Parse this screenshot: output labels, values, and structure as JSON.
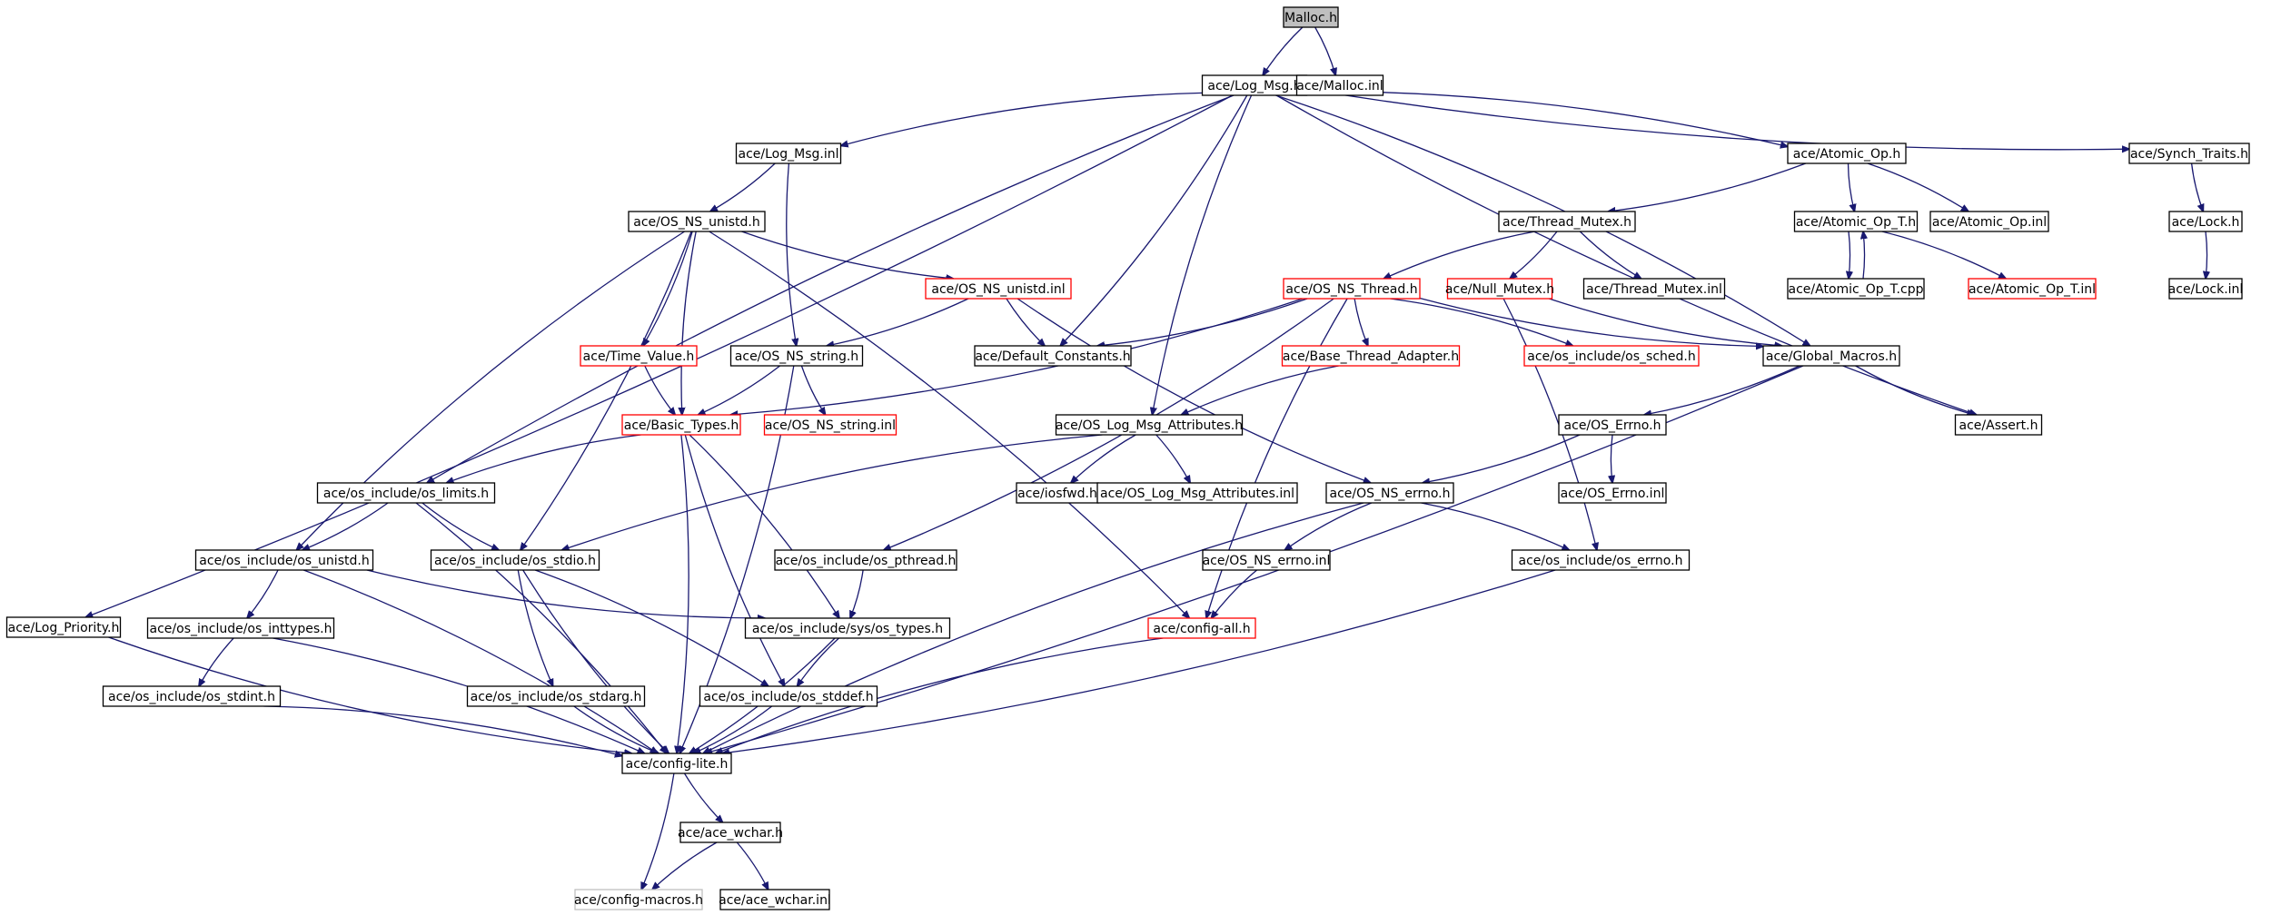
{
  "diagram": {
    "colors": {
      "edge": "#191970",
      "normal_border": "#000000",
      "red_border": "#ff0000",
      "grey_border": "#bfbfbf",
      "root_fill": "#bfbfbf"
    },
    "nodes": [
      {
        "id": "malloc_h",
        "label": "Malloc.h",
        "style": "root"
      },
      {
        "id": "log_msg_h",
        "label": "ace/Log_Msg.h",
        "style": "normal"
      },
      {
        "id": "malloc_inl",
        "label": "ace/Malloc.inl",
        "style": "normal"
      },
      {
        "id": "log_priority_h",
        "label": "ace/Log_Priority.h",
        "style": "normal"
      },
      {
        "id": "log_msg_inl",
        "label": "ace/Log_Msg.inl",
        "style": "normal"
      },
      {
        "id": "atomic_op_h",
        "label": "ace/Atomic_Op.h",
        "style": "normal"
      },
      {
        "id": "synch_traits_h",
        "label": "ace/Synch_Traits.h",
        "style": "normal"
      },
      {
        "id": "os_ns_unistd_h",
        "label": "ace/OS_NS_unistd.h",
        "style": "normal"
      },
      {
        "id": "thread_mutex_h",
        "label": "ace/Thread_Mutex.h",
        "style": "normal"
      },
      {
        "id": "atomic_op_t_h",
        "label": "ace/Atomic_Op_T.h",
        "style": "normal"
      },
      {
        "id": "atomic_op_inl",
        "label": "ace/Atomic_Op.inl",
        "style": "normal"
      },
      {
        "id": "lock_h",
        "label": "ace/Lock.h",
        "style": "normal"
      },
      {
        "id": "os_ns_unistd_inl",
        "label": "ace/OS_NS_unistd.inl",
        "style": "red"
      },
      {
        "id": "os_ns_thread_h",
        "label": "ace/OS_NS_Thread.h",
        "style": "red"
      },
      {
        "id": "null_mutex_h",
        "label": "ace/Null_Mutex.h",
        "style": "red"
      },
      {
        "id": "thread_mutex_inl",
        "label": "ace/Thread_Mutex.inl",
        "style": "normal"
      },
      {
        "id": "atomic_op_t_cpp",
        "label": "ace/Atomic_Op_T.cpp",
        "style": "normal"
      },
      {
        "id": "atomic_op_t_inl",
        "label": "ace/Atomic_Op_T.inl",
        "style": "red"
      },
      {
        "id": "lock_inl",
        "label": "ace/Lock.inl",
        "style": "normal"
      },
      {
        "id": "time_value_h",
        "label": "ace/Time_Value.h",
        "style": "red"
      },
      {
        "id": "os_ns_string_h",
        "label": "ace/OS_NS_string.h",
        "style": "normal"
      },
      {
        "id": "default_constants_h",
        "label": "ace/Default_Constants.h",
        "style": "normal"
      },
      {
        "id": "base_thread_adapter_h",
        "label": "ace/Base_Thread_Adapter.h",
        "style": "red"
      },
      {
        "id": "os_sched_h",
        "label": "ace/os_include/os_sched.h",
        "style": "red"
      },
      {
        "id": "global_macros_h",
        "label": "ace/Global_Macros.h",
        "style": "normal"
      },
      {
        "id": "basic_types_h",
        "label": "ace/Basic_Types.h",
        "style": "red"
      },
      {
        "id": "os_ns_string_inl",
        "label": "ace/OS_NS_string.inl",
        "style": "red"
      },
      {
        "id": "os_log_msg_attributes_h",
        "label": "ace/OS_Log_Msg_Attributes.h",
        "style": "normal"
      },
      {
        "id": "os_errno_h",
        "label": "ace/OS_Errno.h",
        "style": "normal"
      },
      {
        "id": "assert_h",
        "label": "ace/Assert.h",
        "style": "normal"
      },
      {
        "id": "os_limits_h",
        "label": "ace/os_include/os_limits.h",
        "style": "normal"
      },
      {
        "id": "iosfwd_h",
        "label": "ace/iosfwd.h",
        "style": "normal"
      },
      {
        "id": "os_log_msg_attributes_inl",
        "label": "ace/OS_Log_Msg_Attributes.inl",
        "style": "normal"
      },
      {
        "id": "os_ns_errno_h",
        "label": "ace/OS_NS_errno.h",
        "style": "normal"
      },
      {
        "id": "os_errno_inl",
        "label": "ace/OS_Errno.inl",
        "style": "normal"
      },
      {
        "id": "os_unistd_h",
        "label": "ace/os_include/os_unistd.h",
        "style": "normal"
      },
      {
        "id": "os_stdio_h",
        "label": "ace/os_include/os_stdio.h",
        "style": "normal"
      },
      {
        "id": "os_pthread_h",
        "label": "ace/os_include/os_pthread.h",
        "style": "normal"
      },
      {
        "id": "os_ns_errno_inl",
        "label": "ace/OS_NS_errno.inl",
        "style": "normal"
      },
      {
        "id": "os_inc_errno_h",
        "label": "ace/os_include/os_errno.h",
        "style": "normal"
      },
      {
        "id": "os_inttypes_h",
        "label": "ace/os_include/os_inttypes.h",
        "style": "normal"
      },
      {
        "id": "sys_os_types_h",
        "label": "ace/os_include/sys/os_types.h",
        "style": "normal"
      },
      {
        "id": "config_all_h",
        "label": "ace/config-all.h",
        "style": "red"
      },
      {
        "id": "os_stdint_h",
        "label": "ace/os_include/os_stdint.h",
        "style": "normal"
      },
      {
        "id": "os_stdarg_h",
        "label": "ace/os_include/os_stdarg.h",
        "style": "normal"
      },
      {
        "id": "os_stddef_h",
        "label": "ace/os_include/os_stddef.h",
        "style": "normal"
      },
      {
        "id": "config_lite_h",
        "label": "ace/config-lite.h",
        "style": "normal"
      },
      {
        "id": "ace_wchar_h",
        "label": "ace/ace_wchar.h",
        "style": "normal"
      },
      {
        "id": "config_macros_h",
        "label": "ace/config-macros.h",
        "style": "grey"
      },
      {
        "id": "ace_wchar_inl",
        "label": "ace/ace_wchar.inl",
        "style": "normal"
      }
    ],
    "edges": [
      [
        "malloc_h",
        "log_msg_h"
      ],
      [
        "malloc_h",
        "malloc_inl"
      ],
      [
        "log_msg_h",
        "log_msg_inl"
      ],
      [
        "log_msg_h",
        "atomic_op_h"
      ],
      [
        "log_msg_h",
        "synch_traits_h"
      ],
      [
        "log_msg_h",
        "log_priority_h"
      ],
      [
        "log_msg_h",
        "os_limits_h"
      ],
      [
        "log_msg_h",
        "default_constants_h"
      ],
      [
        "log_msg_h",
        "os_log_msg_attributes_h"
      ],
      [
        "log_msg_h",
        "global_macros_h"
      ],
      [
        "log_msg_h",
        "assert_h"
      ],
      [
        "log_msg_inl",
        "os_ns_unistd_h"
      ],
      [
        "log_msg_inl",
        "os_ns_string_h"
      ],
      [
        "atomic_op_h",
        "thread_mutex_h"
      ],
      [
        "atomic_op_h",
        "atomic_op_t_h"
      ],
      [
        "atomic_op_h",
        "atomic_op_inl"
      ],
      [
        "synch_traits_h",
        "lock_h"
      ],
      [
        "lock_h",
        "lock_inl"
      ],
      [
        "thread_mutex_h",
        "os_ns_thread_h"
      ],
      [
        "thread_mutex_h",
        "null_mutex_h"
      ],
      [
        "thread_mutex_h",
        "thread_mutex_inl"
      ],
      [
        "atomic_op_t_h",
        "atomic_op_t_cpp"
      ],
      [
        "atomic_op_t_cpp",
        "atomic_op_t_h"
      ],
      [
        "atomic_op_t_h",
        "atomic_op_t_inl"
      ],
      [
        "os_ns_unistd_h",
        "os_ns_unistd_inl"
      ],
      [
        "os_ns_unistd_h",
        "time_value_h"
      ],
      [
        "os_ns_unistd_h",
        "basic_types_h"
      ],
      [
        "os_ns_unistd_h",
        "os_stdio_h"
      ],
      [
        "os_ns_unistd_h",
        "os_unistd_h"
      ],
      [
        "os_ns_unistd_h",
        "config_all_h"
      ],
      [
        "os_ns_unistd_inl",
        "default_constants_h"
      ],
      [
        "os_ns_unistd_inl",
        "os_ns_string_h"
      ],
      [
        "os_ns_unistd_inl",
        "os_ns_errno_h"
      ],
      [
        "os_ns_thread_h",
        "default_constants_h"
      ],
      [
        "os_ns_thread_h",
        "base_thread_adapter_h"
      ],
      [
        "os_ns_thread_h",
        "os_sched_h"
      ],
      [
        "os_ns_thread_h",
        "global_macros_h"
      ],
      [
        "os_ns_thread_h",
        "basic_types_h"
      ],
      [
        "os_ns_thread_h",
        "config_all_h"
      ],
      [
        "os_ns_thread_h",
        "os_pthread_h"
      ],
      [
        "null_mutex_h",
        "global_macros_h"
      ],
      [
        "null_mutex_h",
        "os_inc_errno_h"
      ],
      [
        "time_value_h",
        "basic_types_h"
      ],
      [
        "os_ns_string_h",
        "basic_types_h"
      ],
      [
        "os_ns_string_h",
        "os_ns_string_inl"
      ],
      [
        "os_ns_string_h",
        "config_lite_h"
      ],
      [
        "base_thread_adapter_h",
        "os_log_msg_attributes_h"
      ],
      [
        "global_macros_h",
        "os_errno_h"
      ],
      [
        "global_macros_h",
        "assert_h"
      ],
      [
        "global_macros_h",
        "config_lite_h"
      ],
      [
        "basic_types_h",
        "os_limits_h"
      ],
      [
        "basic_types_h",
        "config_lite_h"
      ],
      [
        "basic_types_h",
        "os_stddef_h"
      ],
      [
        "basic_types_h",
        "sys_os_types_h"
      ],
      [
        "os_log_msg_attributes_h",
        "iosfwd_h"
      ],
      [
        "os_log_msg_attributes_h",
        "os_log_msg_attributes_inl"
      ],
      [
        "os_log_msg_attributes_h",
        "os_stdio_h"
      ],
      [
        "os_errno_h",
        "os_ns_errno_h"
      ],
      [
        "os_errno_h",
        "os_errno_inl"
      ],
      [
        "os_limits_h",
        "os_unistd_h"
      ],
      [
        "os_limits_h",
        "os_stdio_h"
      ],
      [
        "os_limits_h",
        "config_lite_h"
      ],
      [
        "os_ns_errno_h",
        "os_ns_errno_inl"
      ],
      [
        "os_ns_errno_h",
        "os_inc_errno_h"
      ],
      [
        "os_ns_errno_h",
        "config_lite_h"
      ],
      [
        "os_unistd_h",
        "os_inttypes_h"
      ],
      [
        "os_unistd_h",
        "sys_os_types_h"
      ],
      [
        "os_unistd_h",
        "config_lite_h"
      ],
      [
        "os_stdio_h",
        "os_stdarg_h"
      ],
      [
        "os_stdio_h",
        "os_stddef_h"
      ],
      [
        "os_stdio_h",
        "config_lite_h"
      ],
      [
        "os_pthread_h",
        "sys_os_types_h"
      ],
      [
        "os_ns_errno_inl",
        "config_all_h"
      ],
      [
        "os_inc_errno_h",
        "config_lite_h"
      ],
      [
        "os_inttypes_h",
        "os_stdint_h"
      ],
      [
        "os_inttypes_h",
        "config_lite_h"
      ],
      [
        "sys_os_types_h",
        "os_stddef_h"
      ],
      [
        "sys_os_types_h",
        "config_lite_h"
      ],
      [
        "config_all_h",
        "config_lite_h"
      ],
      [
        "os_stdint_h",
        "config_lite_h"
      ],
      [
        "os_stdarg_h",
        "config_lite_h"
      ],
      [
        "os_stddef_h",
        "config_lite_h"
      ],
      [
        "config_lite_h",
        "ace_wchar_h"
      ],
      [
        "config_lite_h",
        "config_macros_h"
      ],
      [
        "ace_wchar_h",
        "config_macros_h"
      ],
      [
        "ace_wchar_h",
        "ace_wchar_inl"
      ],
      [
        "log_priority_h",
        "config_lite_h"
      ]
    ]
  }
}
